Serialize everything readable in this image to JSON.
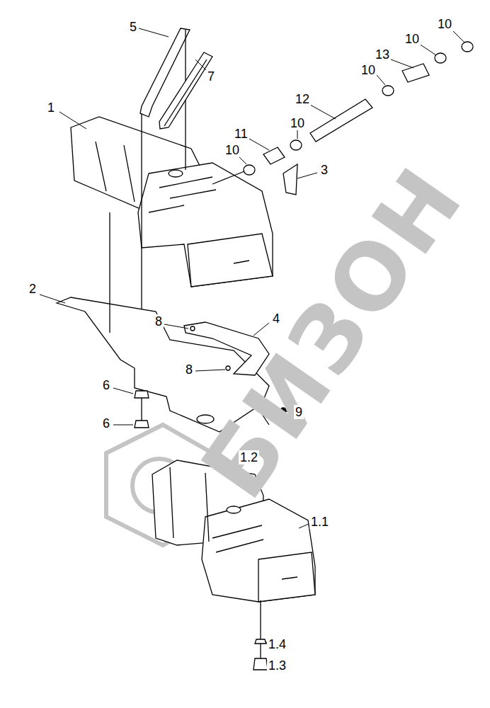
{
  "diagram": {
    "labels": [
      "10",
      "5",
      "10",
      "13",
      "10",
      "7",
      "1",
      "12",
      "10",
      "11",
      "10",
      "3",
      "2",
      "8",
      "4",
      "8",
      "9",
      "6",
      "6",
      "1.2",
      "1.1",
      "1.4",
      "1.3",
      "БИЗОН"
    ]
  }
}
